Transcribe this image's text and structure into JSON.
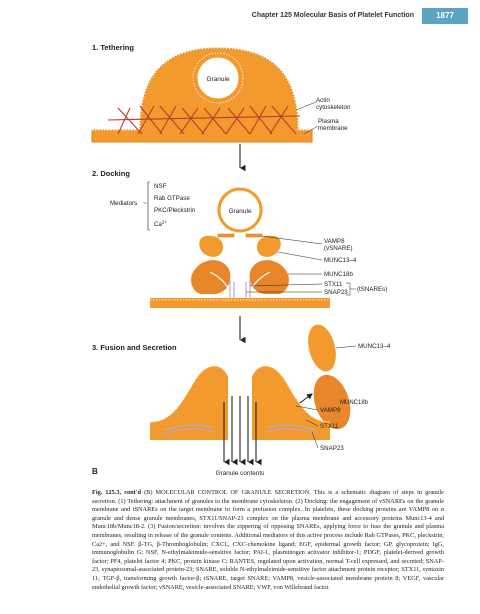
{
  "header": {
    "chapter": "Chapter 125   Molecular Basis of Platelet Function",
    "page_number": "1877"
  },
  "figure": {
    "colors": {
      "orange": "#f39a2e",
      "orange_dark": "#e0811b",
      "actin": "#c0392b",
      "stx": "#a8b8c8",
      "snap": "#c8a0cc",
      "munc18": "#e8872a",
      "white": "#ffffff"
    },
    "tethering": {
      "title": "1. Tethering",
      "granule": "Granule",
      "actin": "Actin cytoskeleton",
      "actin_l1": "Actin",
      "actin_l2": "cytoskeleton",
      "plasma_l1": "Plasma",
      "plasma_l2": "membrane"
    },
    "docking": {
      "title": "2. Docking",
      "mediators": "Mediators",
      "mediator_items": [
        "NSF",
        "Rab GTPase",
        "PKC/Pleckstrin",
        "Ca2+"
      ],
      "ca_base": "Ca",
      "ca_sup": "2+",
      "granule": "Granule",
      "vamp8_l1": "VAMP8",
      "vamp8_l2": "(vSNARE)",
      "munc13": "MUNC13–4",
      "munc18": "MUNC18b",
      "stx11": "STX11",
      "snap23": "SNAP23",
      "tsnares": "(tSNAREs)"
    },
    "fusion": {
      "title": "3. Fusion and Secretion",
      "munc13": "MUNC13–4",
      "munc18": "MUNC18b",
      "vamp8": "VAMP8",
      "stx11": "STX11",
      "snap23": "SNAP23",
      "contents": "Granule contents"
    },
    "panel_letter": "B"
  },
  "caption": {
    "label": "Fig. 125.3, cont'd",
    "text": "(B) MOLECULAR CONTROL OF GRANULE SECRETION. This is a schematic diagram of steps in granule secretion. (1) Tethering: attachment of granules to the membrane cytoskeleton. (2) Docking: the engagement of vSNAREs on the granule membrane and tSNAREs on the target membrane to form a prefusion complex. In platelets, these docking proteins are VAMP8 on α granule and dense granule membranes, STX11/SNAP-23 complex on the plasma membrane and accessory proteins Munc13-4 and Munc18b/Munc18-2. (3) Fusion/secretion: involves the zippering of opposing SNAREs, applying force to fuse the granule and plasma membranes, resulting in release of the granule contents. Additional mediators of this active process include Rab GTPases, PKC, pleckstrin, Ca2+, and NSF. β-TG, β-Thromboglobulin; CXCL, CXC-chemokine ligand; EGF, epidermal growth factor; GP, glycoprotein; IgG, immunoglobulin G; NSF, N-ethylmaleimide-sensitive factor; PAI-1, plasminogen activator inhibitor-1; PDGF, platelet-derived growth factor; PF4, platelet factor 4; PKC, protein kinase C; RANTES, regulated upon activation, normal T-cell expressed, and secreted; SNAP-23, synaptosomal-associated protein-23; SNARE, soluble N-ethylmaleimide-sensitive factor attachment protein receptor; STX11, syntaxin 11; TGF-β, transforming growth factor-β; tSNARE, target SNARE; VAMP8, vesicle-associated membrane protein 8; VEGF, vascular endothelial growth factor; vSNARE, vesicle-associated SNARE; VWF, von Willebrand factor."
  }
}
